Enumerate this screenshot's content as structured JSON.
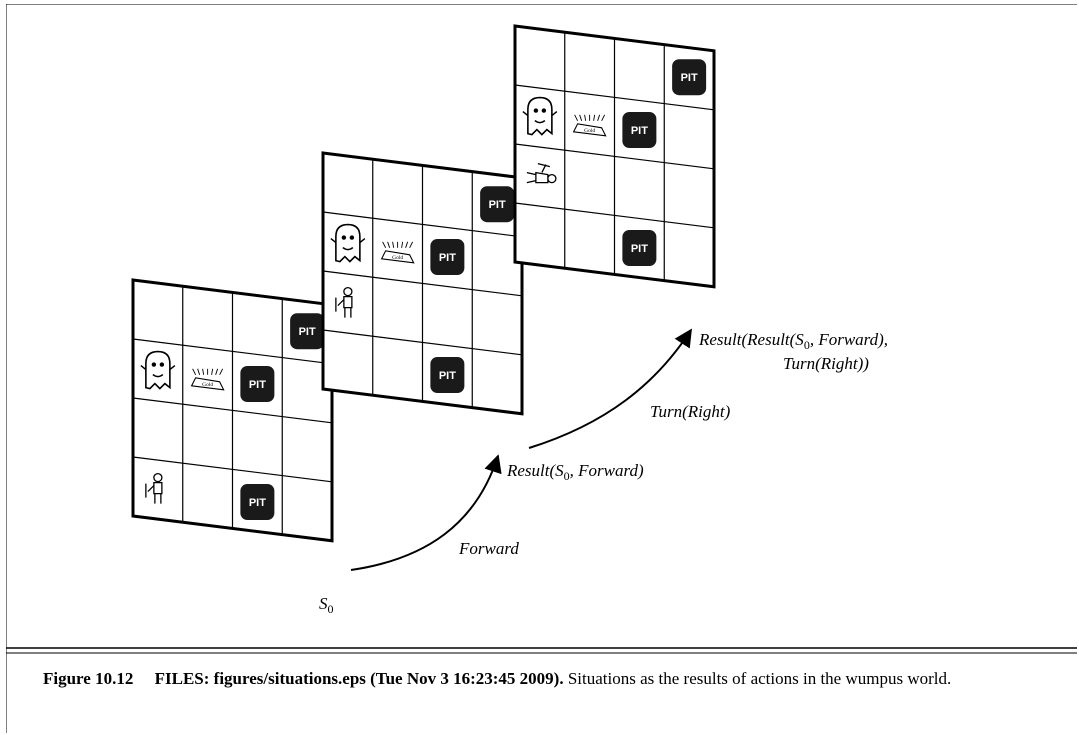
{
  "labels": {
    "s0_main": "S",
    "s0_sub": "0",
    "forward": "Forward",
    "result1_pre": "Result(S",
    "result1_sub": "0",
    "result1_post": ", Forward)",
    "turn": "Turn(Right)",
    "result2_line1_pre": "Result(Result(S",
    "result2_line1_sub": "0",
    "result2_line1_post": ", Forward),",
    "result2_line2": "Turn(Right))"
  },
  "grid": {
    "pit_text": "PIT",
    "gold_text": "Gold"
  },
  "caption": {
    "figure": "Figure 10.12",
    "files": "FILES: figures/situations.eps (Tue Nov 3 16:23:45 2009).",
    "text": "Situations as the results of actions in the wumpus world."
  },
  "colors": {
    "pit_fill": "#1a1a1a",
    "line": "#000000",
    "background": "#ffffff"
  },
  "icons": [
    "wumpus-icon",
    "gold-icon",
    "agent-icon",
    "pit-icon",
    "arrow-icon"
  ]
}
